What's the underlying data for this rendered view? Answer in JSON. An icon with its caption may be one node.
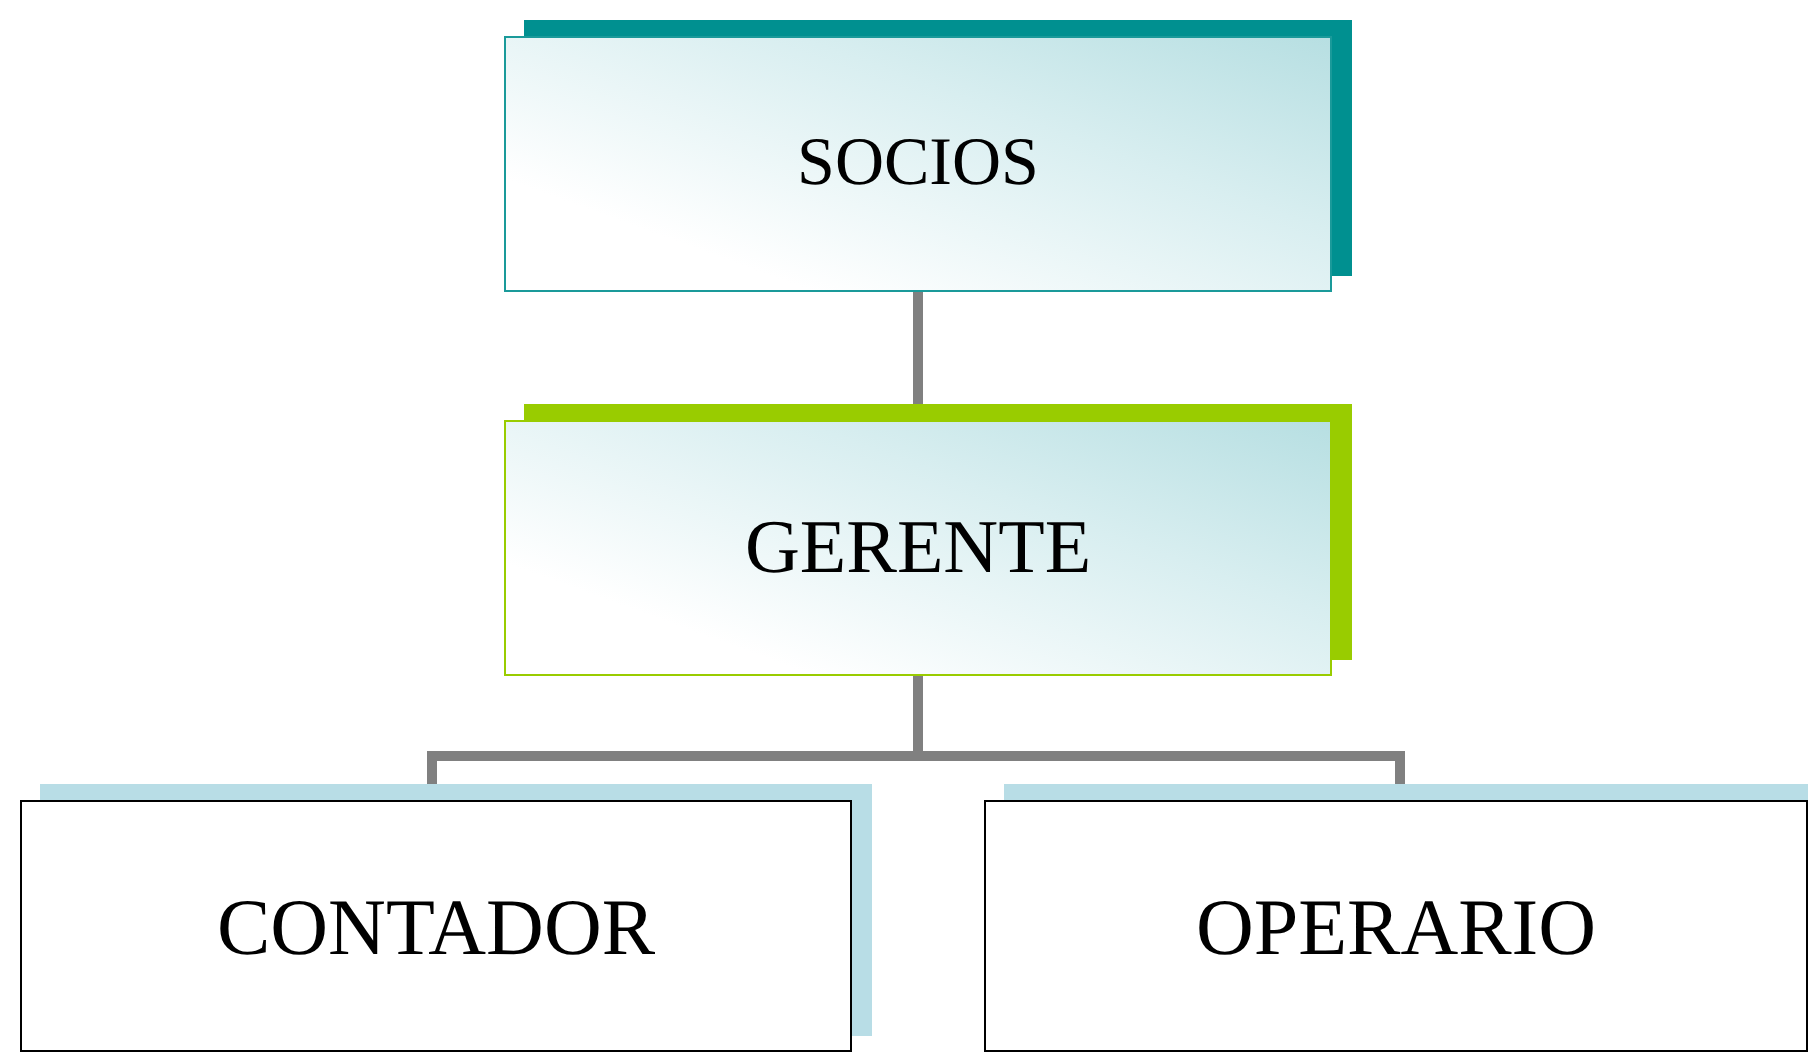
{
  "diagram": {
    "nodes": [
      {
        "text": [
          "SOCIOS"
        ]
      },
      {
        "text": [
          "GERENTE"
        ]
      },
      {
        "text": [
          "CONTADOR"
        ]
      },
      {
        "text": [
          "OPERARIO"
        ]
      }
    ],
    "edges": [
      {
        "from": 0,
        "to": 1,
        "arrow": "none"
      },
      {
        "from": 1,
        "to": 2,
        "arrow": "none"
      },
      {
        "from": 1,
        "to": 3,
        "arrow": "none"
      }
    ]
  }
}
